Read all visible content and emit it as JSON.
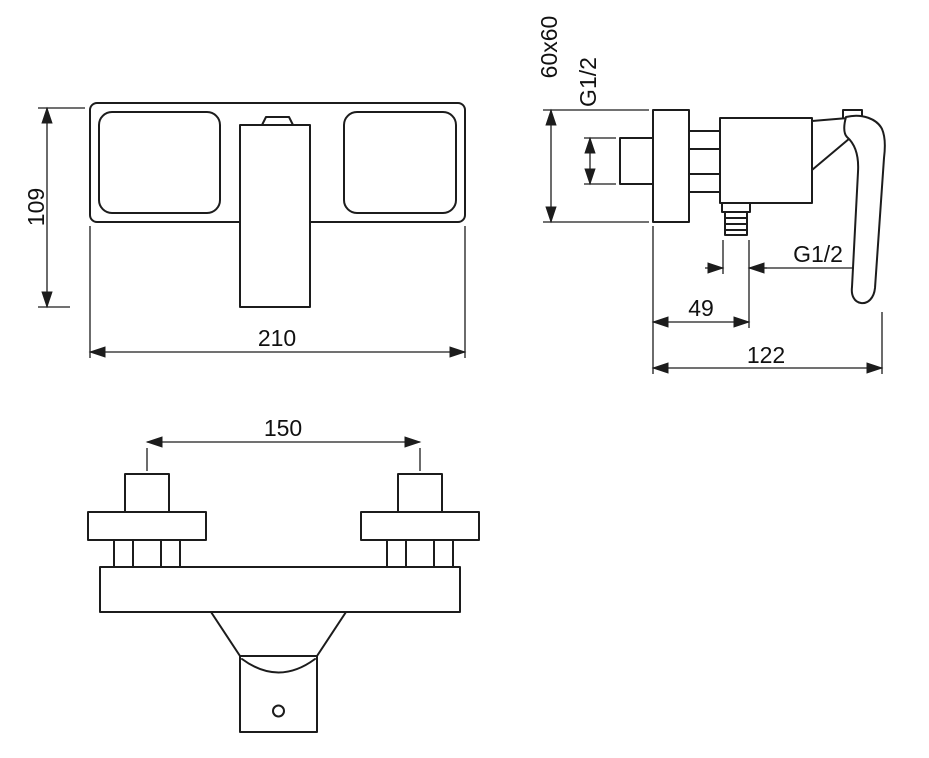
{
  "drawing": {
    "front_view": {
      "height_mm": "109",
      "width_mm": "210"
    },
    "side_view": {
      "flange_size": "60x60",
      "inlet_thread": "G1/2",
      "outlet_thread": "G1/2",
      "outlet_offset_mm": "49",
      "depth_mm": "122"
    },
    "bottom_view": {
      "connection_spacing_mm": "150"
    }
  }
}
